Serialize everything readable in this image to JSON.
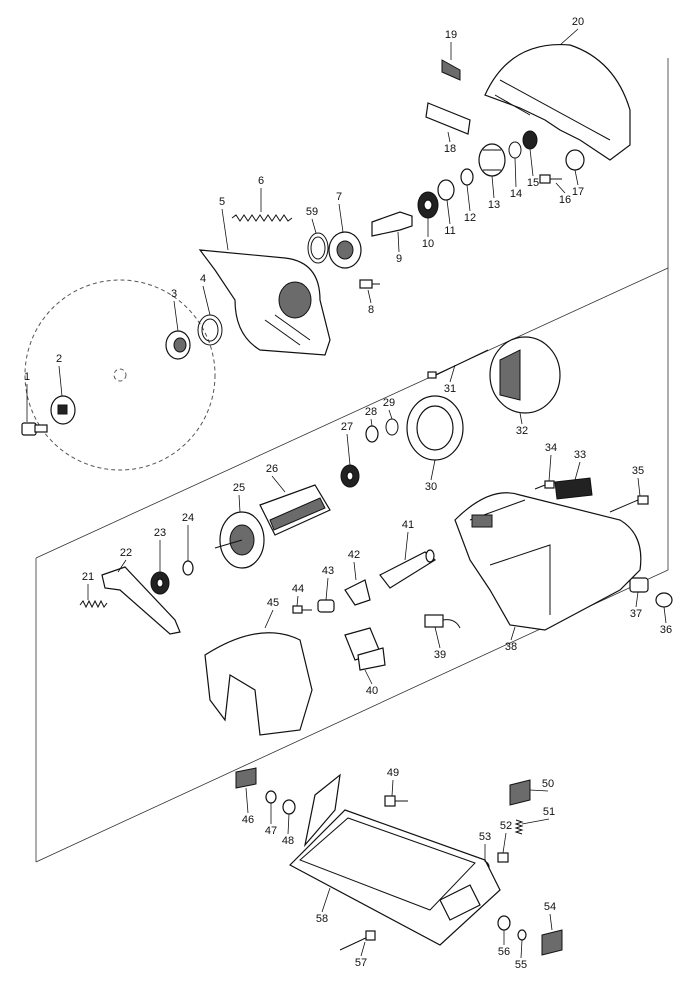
{
  "diagram": {
    "part_numbers": [
      "1",
      "2",
      "3",
      "4",
      "5",
      "6",
      "7",
      "8",
      "9",
      "10",
      "11",
      "12",
      "13",
      "14",
      "15",
      "16",
      "17",
      "18",
      "19",
      "20",
      "21",
      "22",
      "23",
      "24",
      "25",
      "26",
      "27",
      "28",
      "29",
      "30",
      "31",
      "32",
      "33",
      "34",
      "35",
      "36",
      "37",
      "38",
      "39",
      "40",
      "41",
      "42",
      "43",
      "44",
      "45",
      "46",
      "47",
      "48",
      "49",
      "50",
      "51",
      "52",
      "53",
      "54",
      "55",
      "56",
      "57",
      "58",
      "59"
    ]
  }
}
